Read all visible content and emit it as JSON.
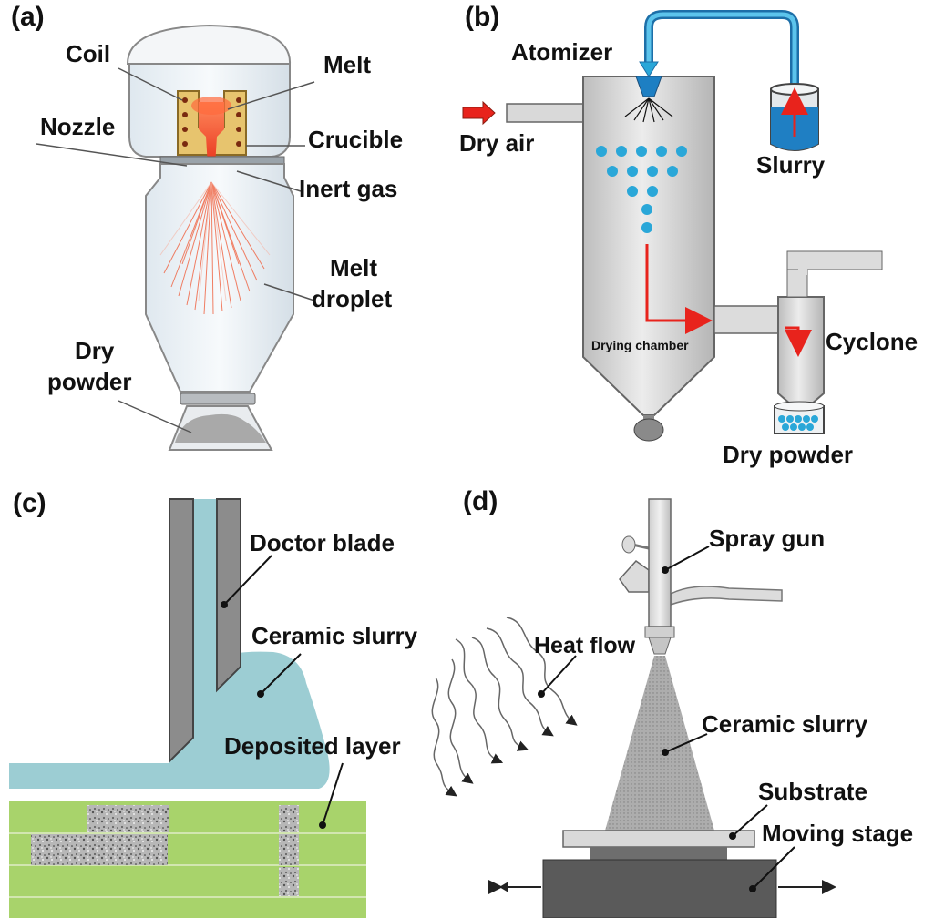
{
  "panels": {
    "a": {
      "tag": "(a)",
      "labels": {
        "coil": "Coil",
        "melt": "Melt",
        "nozzle": "Nozzle",
        "crucible": "Crucible",
        "inert_gas": "Inert gas",
        "melt_droplet_1": "Melt",
        "melt_droplet_2": "droplet",
        "dry_powder_1": "Dry",
        "dry_powder_2": "powder"
      }
    },
    "b": {
      "tag": "(b)",
      "labels": {
        "atomizer": "Atomizer",
        "dry_air": "Dry air",
        "slurry": "Slurry",
        "drying_chamber": "Drying chamber",
        "cyclone": "Cyclone",
        "dry_powder": "Dry powder"
      }
    },
    "c": {
      "tag": "(c)",
      "labels": {
        "doctor_blade": "Doctor blade",
        "ceramic_slurry": "Ceramic slurry",
        "deposited_layer": "Deposited layer"
      }
    },
    "d": {
      "tag": "(d)",
      "labels": {
        "spray_gun": "Spray gun",
        "heat_flow": "Heat flow",
        "ceramic_slurry": "Ceramic slurry",
        "substrate": "Substrate",
        "moving_stage": "Moving stage"
      }
    }
  },
  "colors": {
    "melt_red": "#e8331c",
    "slurry_blue": "#2aa7d8",
    "chamber_gray": "#d6d6d6",
    "ceramic_slurry_cyan": "#9ccdd3",
    "layer_green": "#a8d36b",
    "blade_gray": "#8c8c8c"
  },
  "icons": {
    "dry_air_arrow": "red-arrow-right-icon",
    "stage_arrows": "double-arrow-horizontal-icon"
  }
}
